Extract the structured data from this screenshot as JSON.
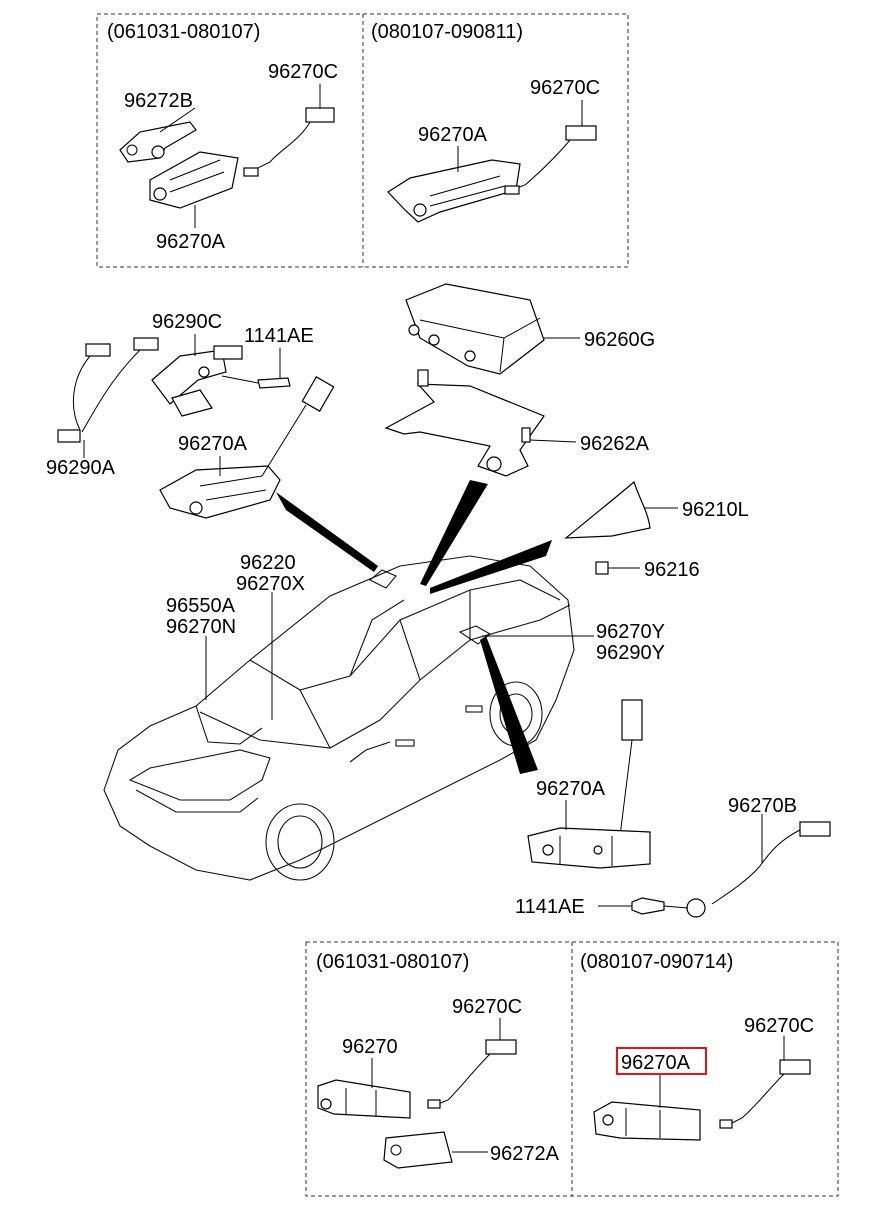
{
  "diagram": {
    "panels": {
      "top_left_range": "(061031-080107)",
      "top_right_range": "(080107-090811)",
      "bottom_left_range": "(061031-080107)",
      "bottom_right_range": "(080107-090714)"
    },
    "labels": {
      "tl_96270C": "96270C",
      "tl_96272B": "96272B",
      "tl_96270A": "96270A",
      "tr_96270C": "96270C",
      "tr_96270A": "96270A",
      "l_96290C": "96290C",
      "l_1141AE": "1141AE",
      "l_96290A": "96290A",
      "l_96270A": "96270A",
      "m_96260G": "96260G",
      "m_96262A": "96262A",
      "m_96210L": "96210L",
      "m_96216": "96216",
      "c_96220": "96220",
      "c_96270X": "96270X",
      "c_96550A": "96550A",
      "c_96270N": "96270N",
      "c_96270Y": "96270Y",
      "c_96290Y": "96290Y",
      "r_96270A": "96270A",
      "r_96270B": "96270B",
      "r_1141AE": "1141AE",
      "bl_96270C": "96270C",
      "bl_96270": "96270",
      "bl_96272A": "96272A",
      "br_96270C": "96270C",
      "br_96270A": "96270A"
    },
    "highlighted_part": "96270A",
    "highlight_color": "#e0141c"
  }
}
